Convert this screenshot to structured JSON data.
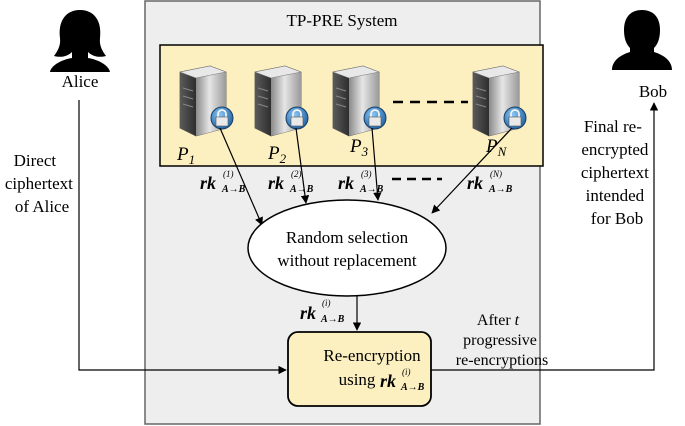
{
  "system": {
    "title": "TP-PRE System"
  },
  "actors": {
    "alice": "Alice",
    "bob": "Bob"
  },
  "proxies": [
    {
      "base": "P",
      "sub": "1"
    },
    {
      "base": "P",
      "sub": "2"
    },
    {
      "base": "P",
      "sub": "3"
    },
    {
      "base": "P",
      "sub": "N"
    }
  ],
  "keys": [
    {
      "base": "rk",
      "sup": "(1)",
      "sub": "A→B"
    },
    {
      "base": "rk",
      "sup": "(2)",
      "sub": "A→B"
    },
    {
      "base": "rk",
      "sup": "(3)",
      "sub": "A→B"
    },
    {
      "base": "rk",
      "sup": "(N)",
      "sub": "A→B"
    }
  ],
  "selection": {
    "line1": "Random selection",
    "line2": "without replacement"
  },
  "selected_key": {
    "base": "rk",
    "sup": "(i)",
    "sub": "A→B"
  },
  "reencryption": {
    "line1": "Re-encryption",
    "line2": "using"
  },
  "labels": {
    "direct": [
      "Direct",
      "ciphertext",
      "of Alice"
    ],
    "after": [
      "After",
      "t",
      "progressive",
      "re-encryptions"
    ],
    "final": [
      "Final re-",
      "encrypted",
      "ciphertext",
      "intended",
      "for Bob"
    ]
  },
  "colors": {
    "panel": "#fdf0c0",
    "system_bg": "#eeeeee",
    "server_dark": "#4a4a4a",
    "server_light": "#d9d9d9",
    "lock_blue": "#2f7fc6"
  }
}
